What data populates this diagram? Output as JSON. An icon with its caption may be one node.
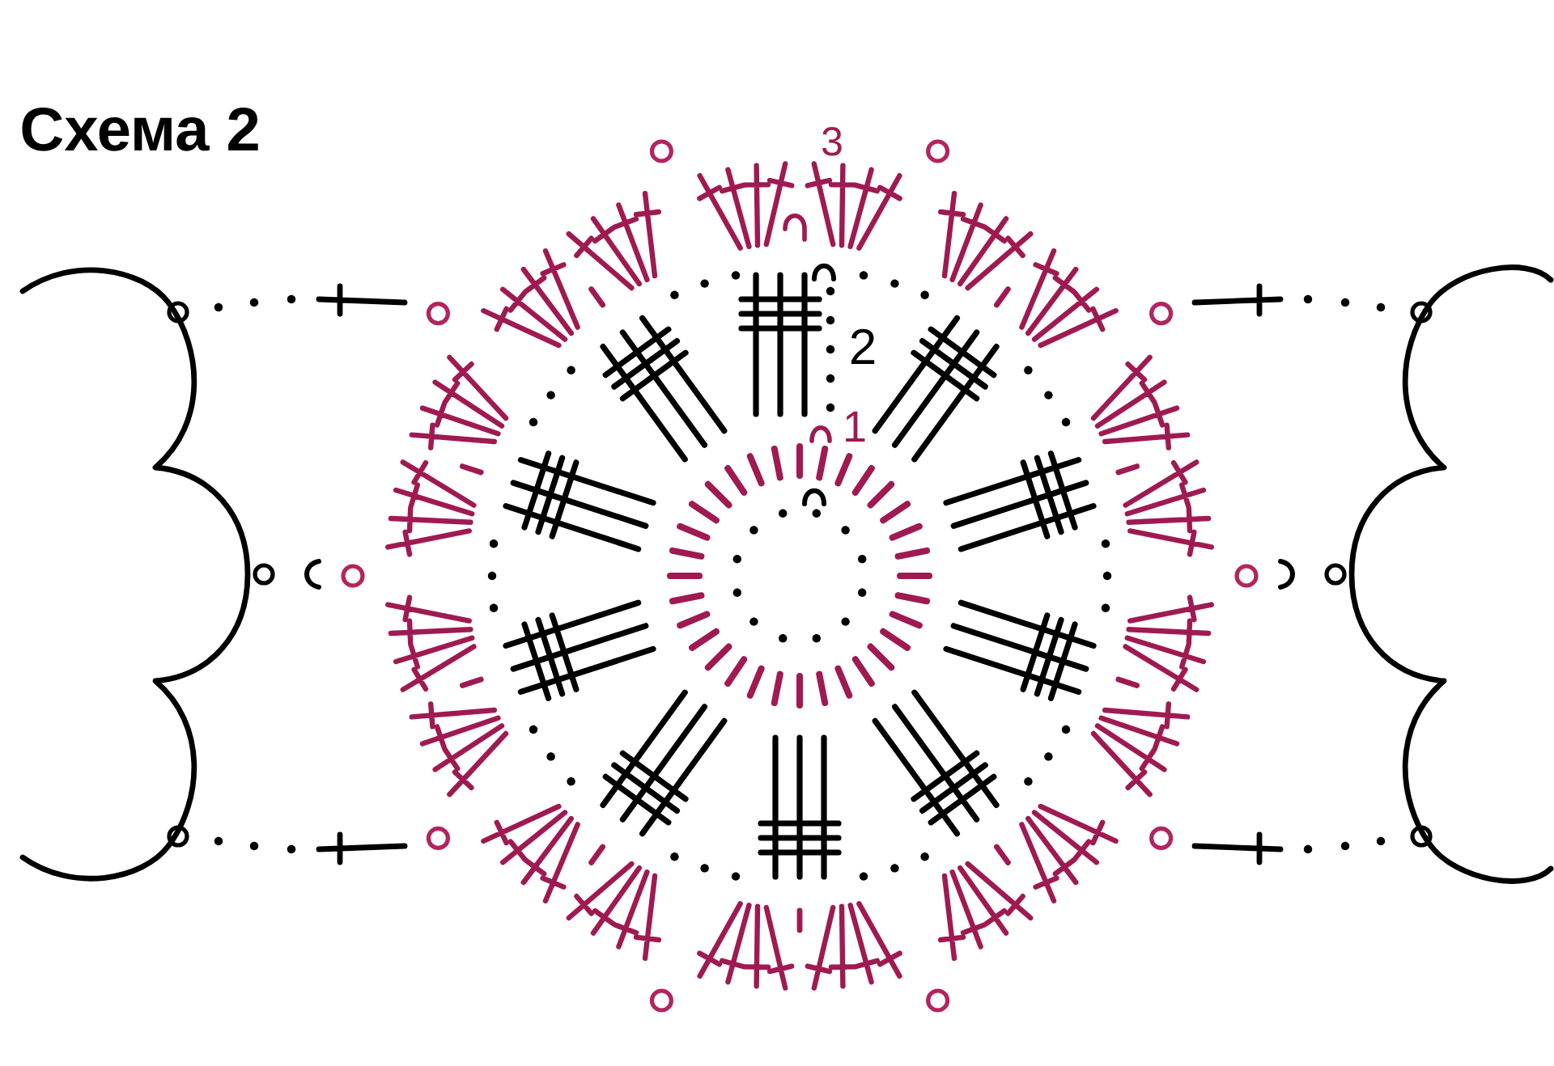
{
  "diagram": {
    "title": "Схема 2",
    "labels": [
      "3",
      "2",
      "1"
    ]
  }
}
